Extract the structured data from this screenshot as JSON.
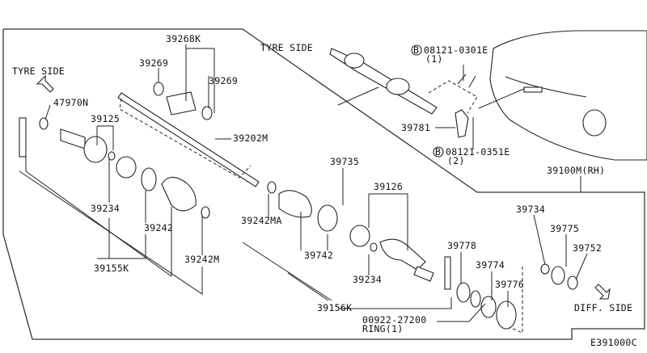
{
  "diagram_code": "E391000C",
  "directions": {
    "tyre_side_left": "TYRE SIDE",
    "tyre_side_top": "TYRE SIDE",
    "diff_side": "DIFF. SIDE"
  },
  "parts": {
    "p39268K": "39268K",
    "p39269a": "39269",
    "p39269b": "39269",
    "p47970N": "47970N",
    "p39125": "39125",
    "p39202M": "39202M",
    "p39234a": "39234",
    "p39242": "39242",
    "p39155K": "39155K",
    "p39242M": "39242M",
    "p39242MA": "39242MA",
    "p39735": "39735",
    "p39126": "39126",
    "p39742": "39742",
    "p39234b": "39234",
    "p39156K": "39156K",
    "p39778": "39778",
    "p39774": "39774",
    "p39776": "39776",
    "p00922": "00922-27200",
    "ring": "RING(1)",
    "p39781": "39781",
    "bolt1": "08121-0301E",
    "bolt1_qty": "(1)",
    "bolt2": "08121-0351E",
    "bolt2_qty": "(2)",
    "bolt_badge": "B",
    "p39100M": "39100M(RH)",
    "p39734": "39734",
    "p39775": "39775",
    "p39752": "39752"
  }
}
